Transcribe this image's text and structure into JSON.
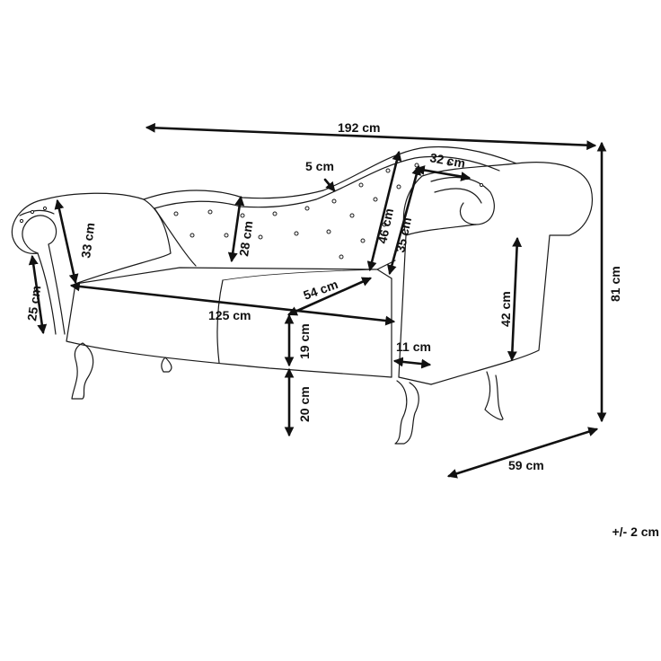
{
  "colors": {
    "ink": "#111111",
    "background": "#ffffff"
  },
  "dimensions": {
    "total_width": "192 cm",
    "total_height": "81 cm",
    "depth": "59 cm",
    "seat_width": "125 cm",
    "seat_depth": "54 cm",
    "seat_thickness": "19 cm",
    "leg_height": "20 cm",
    "left_arm_height": "33 cm",
    "left_arm_side": "25 cm",
    "low_back_height": "28 cm",
    "back_frame_top": "5 cm",
    "high_back_height": "46 cm",
    "high_back_inner": "35 cm",
    "right_roll_width": "32 cm",
    "right_arm_height": "42 cm",
    "right_arm_thickness": "11 cm"
  },
  "tolerance": "+/- 2 cm"
}
